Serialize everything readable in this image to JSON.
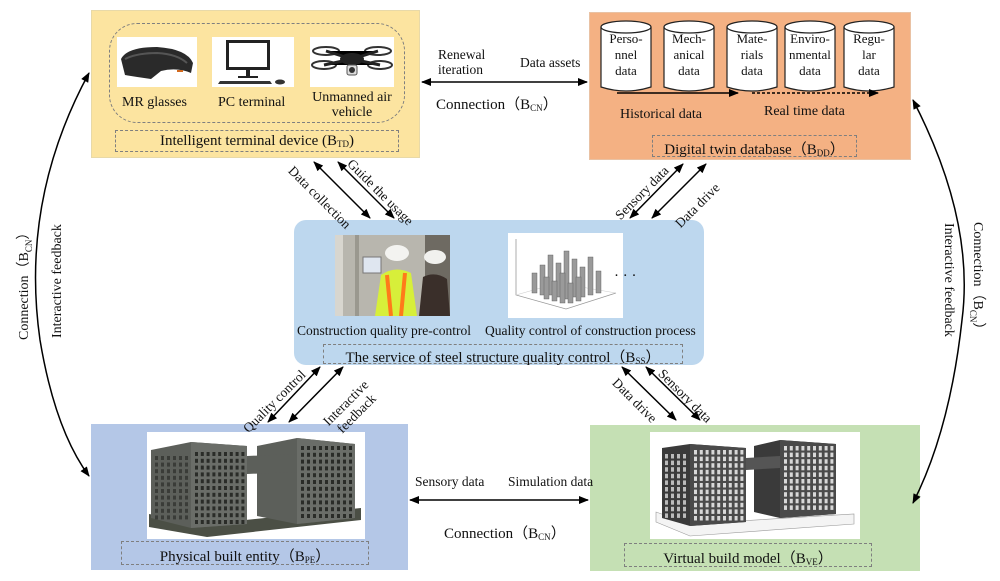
{
  "terminal_device": {
    "devices": [
      {
        "icon": "mr-glasses-icon",
        "label": "MR glasses"
      },
      {
        "icon": "pc-terminal-icon",
        "label": "PC terminal"
      },
      {
        "icon": "drone-icon",
        "label_line1": "Unmanned air",
        "label_line2": "vehicle"
      }
    ],
    "title": "Intelligent terminal device (B",
    "title_sub": "TD",
    "title_end": ")",
    "color": "#fce4a0"
  },
  "twin_database": {
    "cylinders": [
      {
        "lines": [
          "Perso-",
          "nnel",
          "data"
        ]
      },
      {
        "lines": [
          "Mech-",
          "anical",
          "data"
        ]
      },
      {
        "lines": [
          "Mate-",
          "rials",
          "data"
        ]
      },
      {
        "lines": [
          "Enviro-",
          "nmental",
          "data"
        ]
      },
      {
        "lines": [
          "Regu-",
          "lar",
          "data"
        ]
      }
    ],
    "historical_label": "Historical data",
    "realtime_label": "Real time data",
    "title": "Digital twin database（B",
    "title_sub": "DD",
    "title_end": "）",
    "color": "#f4b183"
  },
  "service": {
    "items": [
      {
        "icon": "workers-photo",
        "label": "Construction quality pre-control"
      },
      {
        "icon": "3d-bar-chart",
        "label": "Quality control of construction process"
      }
    ],
    "ellipsis": "· · ·",
    "title": "The service of steel structure quality control（B",
    "title_sub": "SS",
    "title_end": "）",
    "color": "#bdd7ee"
  },
  "physical_entity": {
    "title": "Physical built entity（B",
    "title_sub": "PE",
    "title_end": "）",
    "color": "#b4c7e7"
  },
  "virtual_model": {
    "title": "Virtual build model（B",
    "title_sub": "VE",
    "title_end": "）",
    "color": "#c5e0b4"
  },
  "connections": {
    "top": {
      "left_label_1": "Renewal",
      "left_label_2": "iteration",
      "right_label": "Data assets",
      "name": "Connection（B",
      "sub": "CN",
      "end": "）"
    },
    "bottom": {
      "left_label": "Sensory data",
      "right_label": "Simulation data",
      "name": "Connection（B",
      "sub": "CN",
      "end": "）"
    },
    "left": {
      "name": "Connection（B",
      "sub": "CN",
      "end": "）",
      "feedback": "Interactive feedback"
    },
    "right": {
      "name": "Connection（B",
      "sub": "CN",
      "end": "）",
      "feedback": "Interactive feedback"
    },
    "td_ss": {
      "a": "Data collection",
      "b": "Guide the usage"
    },
    "dd_ss": {
      "a": "Sensory data",
      "b": "Data drive"
    },
    "ss_pe": {
      "a": "Quality control",
      "b1": "Interactive",
      "b2": "feedback"
    },
    "ss_ve": {
      "a": "Data drive",
      "b": "Sensory data"
    }
  }
}
